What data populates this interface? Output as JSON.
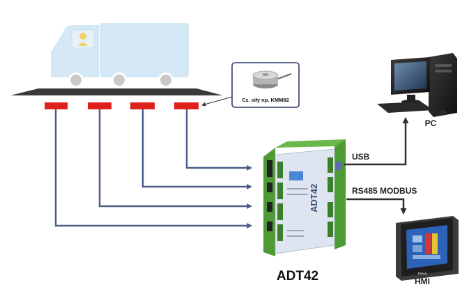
{
  "labels": {
    "sensor_caption": "Cz. siły np. KMM82",
    "usb": "USB",
    "rs485": "RS485 MODBUS",
    "pc": "PC",
    "device": "ADT42",
    "device_body": "ADT42",
    "hmi": "HMI",
    "hmi_brand": "Kinco"
  },
  "colors": {
    "truck": "#d4e7f4",
    "platform": "#3a3a3a",
    "load_cell": "#e0201c",
    "arrow": "#4a5d8a",
    "device_green": "#5aa83c",
    "device_face": "#dfe5f0",
    "connection_dark": "#2f2f2f"
  }
}
